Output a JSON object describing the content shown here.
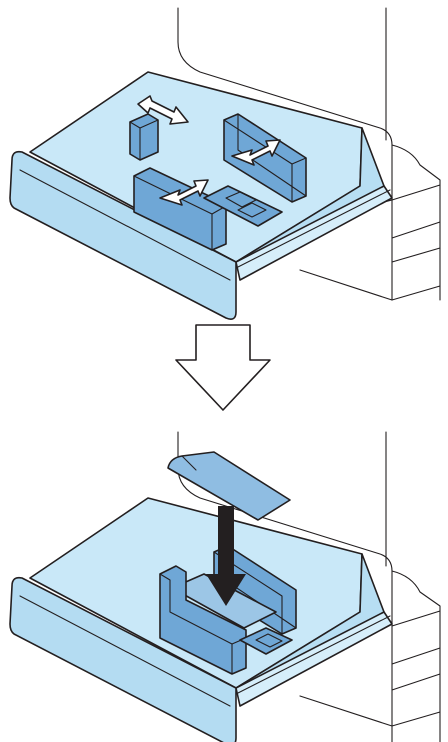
{
  "figure": {
    "steps": [
      {
        "id": "adjust-guides",
        "illustration": "paper-tray-open-with-guides-and-double-arrows"
      },
      {
        "id": "load-envelope",
        "illustration": "envelope-placed-into-tray-with-down-arrow"
      }
    ],
    "transition_icon": "outline-down-arrow-icon",
    "colors": {
      "tray_fill": "#c9e8f8",
      "tray_front": "#b4dcf2",
      "guide_fill": "#6fa7d6",
      "outline": "#231f20",
      "background": "#ffffff"
    }
  }
}
